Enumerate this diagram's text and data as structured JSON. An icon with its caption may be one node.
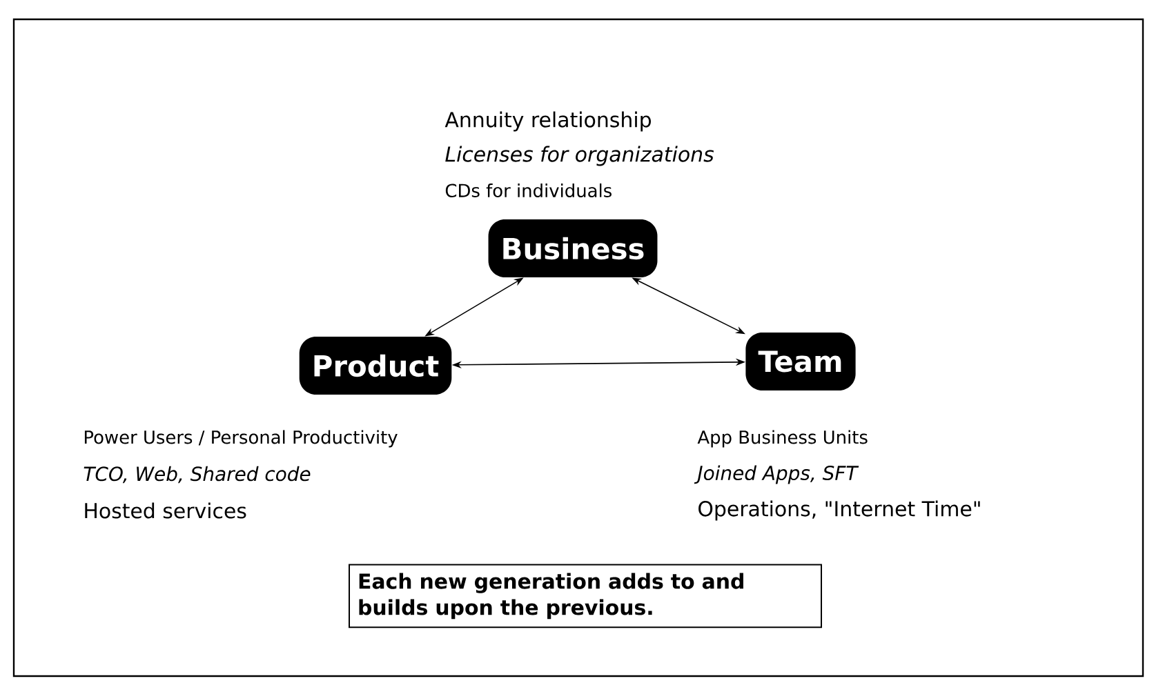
{
  "diagram": {
    "nodes": [
      {
        "text": [
          "Business"
        ],
        "beside": [
          "Annuity relationship",
          "Licenses for organizations",
          "CDs for individuals"
        ]
      },
      {
        "text": [
          "Product"
        ],
        "beside": [
          "Power Users / Personal Productivity",
          "TCO, Web, Shared code",
          "Hosted services"
        ]
      },
      {
        "text": [
          "Team"
        ],
        "beside": [
          "App Business Units",
          "Joined Apps, SFT",
          "Operations, \"Internet Time\""
        ]
      },
      {
        "text": [
          "Each new generation adds to and builds upon the previous."
        ]
      }
    ],
    "edges": [
      {
        "from": 1,
        "to": 0,
        "arrow": "both"
      },
      {
        "from": 0,
        "to": 2,
        "arrow": "both"
      },
      {
        "from": 1,
        "to": 2,
        "arrow": "both"
      }
    ]
  }
}
